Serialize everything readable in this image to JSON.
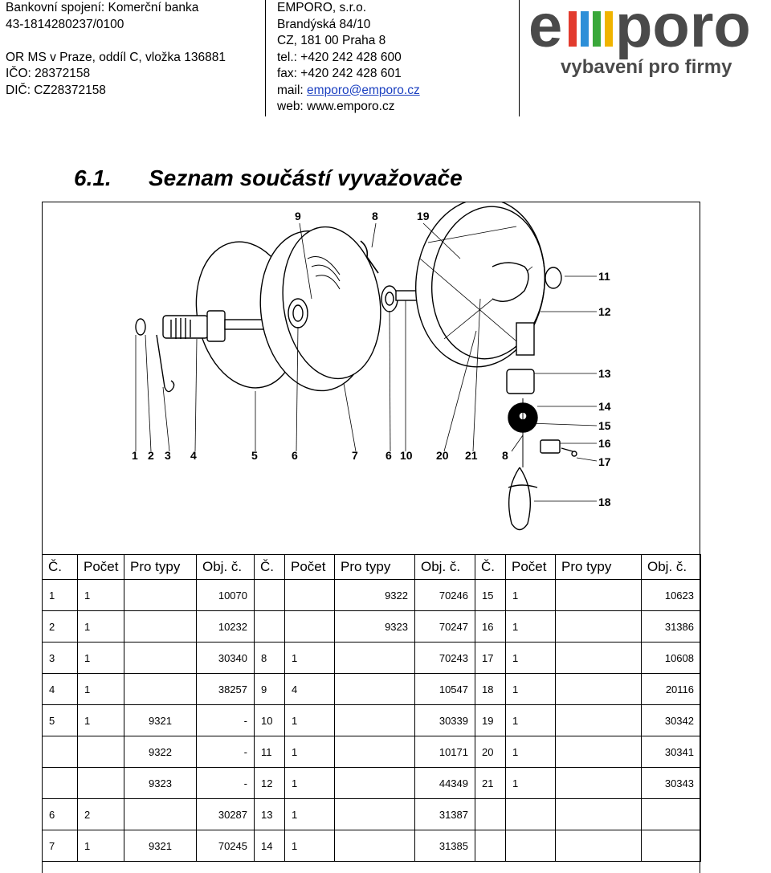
{
  "header": {
    "bank_lines": [
      "Bankovní spojení: Komerční banka",
      "43-1814280237/0100",
      "",
      "OR MS v Praze,  oddíl C, vložka 136881",
      "IČO: 28372158",
      "DIČ: CZ28372158"
    ],
    "company": "EMPORO, s.r.o.",
    "street": "Brandýská 84/10",
    "city": "CZ, 181 00 Praha 8",
    "tel": "tel.: +420 242 428 600",
    "fax": "fax: +420 242 428 601",
    "mail_label": "mail: ",
    "mail": "emporo@emporo.cz",
    "web": "web: www.emporo.cz",
    "logo_word": "emporo",
    "logo_tagline": "vybavení pro firmy",
    "logo_colors": [
      "#e23b2e",
      "#2d8fd8",
      "#3aa83a",
      "#f0b400"
    ]
  },
  "section": {
    "number": "6.1.",
    "title": "Seznam součástí vyvažovače"
  },
  "diagram": {
    "labels_bottom": [
      "1",
      "2",
      "3",
      "4",
      "5",
      "6",
      "7",
      "6",
      "10",
      "20",
      "21",
      "8"
    ],
    "labels_top": [
      "9",
      "8",
      "19"
    ],
    "labels_right": [
      "11",
      "12",
      "13",
      "14",
      "15",
      "16",
      "17",
      "18"
    ]
  },
  "table": {
    "headers": [
      "Č.",
      "Počet",
      "Pro typy",
      "Obj. č.",
      "Č.",
      "Počet",
      "Pro typy",
      "Obj. č.",
      "Č.",
      "Počet",
      "Pro typy",
      "Obj. č."
    ],
    "rows": [
      [
        "1",
        "1",
        "",
        "10070",
        "",
        "",
        "9322",
        "70246",
        "15",
        "1",
        "",
        "10623"
      ],
      [
        "2",
        "1",
        "",
        "10232",
        "",
        "",
        "9323",
        "70247",
        "16",
        "1",
        "",
        "31386"
      ],
      [
        "3",
        "1",
        "",
        "30340",
        "8",
        "1",
        "",
        "70243",
        "17",
        "1",
        "",
        "10608"
      ],
      [
        "4",
        "1",
        "",
        "38257",
        "9",
        "4",
        "",
        "10547",
        "18",
        "1",
        "",
        "20116"
      ],
      [
        "5",
        "1",
        "9321",
        "-",
        "10",
        "1",
        "",
        "30339",
        "19",
        "1",
        "",
        "30342"
      ],
      [
        "",
        "",
        "9322",
        "-",
        "11",
        "1",
        "",
        "10171",
        "20",
        "1",
        "",
        "30341"
      ],
      [
        "",
        "",
        "9323",
        "-",
        "12",
        "1",
        "",
        "44349",
        "21",
        "1",
        "",
        "30343"
      ],
      [
        "6",
        "2",
        "",
        "30287",
        "13",
        "1",
        "",
        "31387",
        "",
        "",
        "",
        ""
      ],
      [
        "7",
        "1",
        "9321",
        "70245",
        "14",
        "1",
        "",
        "31385",
        "",
        "",
        "",
        ""
      ]
    ]
  }
}
